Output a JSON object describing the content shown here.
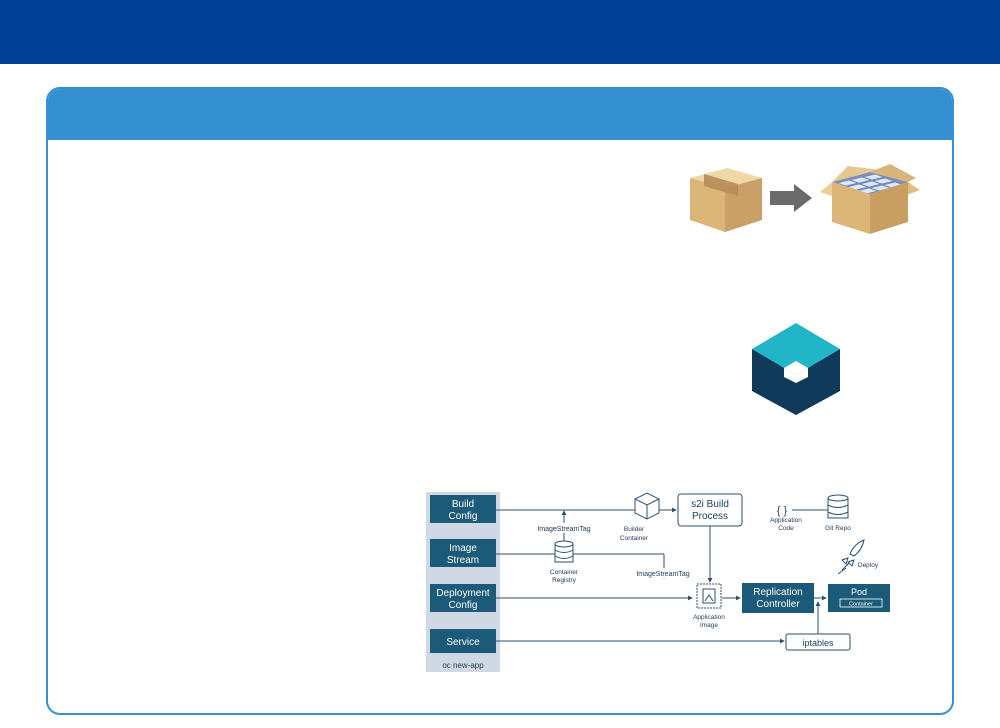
{
  "colors": {
    "top_bar": "#003f96",
    "card_accent": "#3490d1",
    "node_fill": "#1c5a7a",
    "logo_top": "#22b5c8",
    "logo_bottom": "#0f3a5a",
    "line": "#2c5070"
  },
  "icons": {
    "closed_box": "closed-box-icon",
    "open_box": "open-box-icon",
    "arrow": "arrow-right-icon",
    "logo": "cube-logo-icon",
    "builder": "cube-outline-icon",
    "registry": "database-icon",
    "repo": "database-icon",
    "code": "code-braces-icon",
    "image": "image-file-icon",
    "deploy": "rocket-icon"
  },
  "diagram": {
    "group_label": "oc new-app",
    "nodes": {
      "build_config": [
        "Build",
        "Config"
      ],
      "image_stream": [
        "Image",
        "Stream"
      ],
      "deployment_config": [
        "Deployment",
        "Config"
      ],
      "service": "Service",
      "s2i_build": [
        "s2i Build",
        "Process"
      ],
      "replication_controller": [
        "Replication",
        "Controller"
      ],
      "pod": "Pod",
      "container": "Container",
      "iptables": "iptables"
    },
    "labels": {
      "image_stream_tag_1": "ImageStreamTag",
      "image_stream_tag_2": "ImageStreamTag",
      "builder_container": [
        "Builder",
        "Container"
      ],
      "container_registry": [
        "Container",
        "Registry"
      ],
      "application_code": [
        "Application",
        "Code"
      ],
      "git_repo": "Git Repo",
      "application_image": [
        "Application",
        "Image"
      ],
      "deploy": "Deploy"
    }
  }
}
